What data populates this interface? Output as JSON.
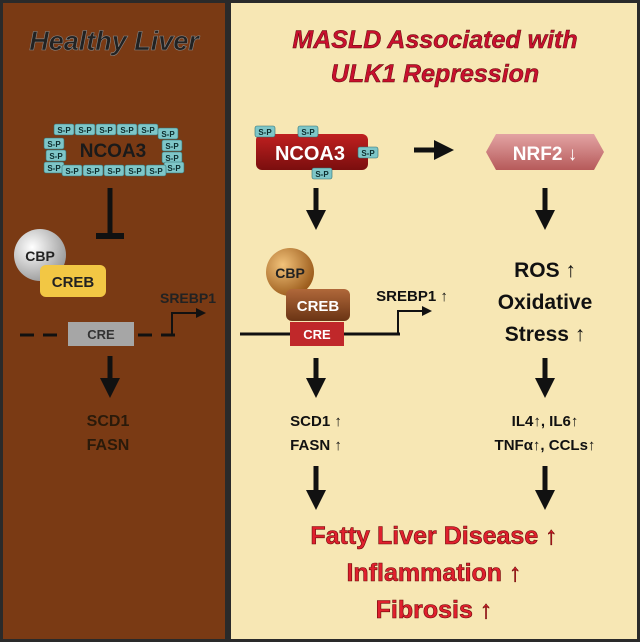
{
  "left_panel": {
    "title": "Healthy Liver",
    "ncoa3": "NCOA3",
    "phospho_tag": "S-P",
    "cbp": "CBP",
    "creb": "CREB",
    "cre": "CRE",
    "srebp1": "SREBP1",
    "genes": [
      "SCD1",
      "FASN"
    ]
  },
  "right_panel": {
    "title_lines": [
      "MASLD Associated with",
      "ULK1 Repression"
    ],
    "ncoa3": "NCOA3",
    "phospho_tag": "S-P",
    "nrf2": "NRF2 ↓",
    "cbp": "CBP",
    "creb": "CREB",
    "cre": "CRE",
    "srebp1": "SREBP1 ↑",
    "ros_lines": [
      "ROS ↑",
      "Oxidative",
      "Stress ↑"
    ],
    "genes": [
      "SCD1 ↑",
      "FASN ↑"
    ],
    "cytokines": [
      "IL4↑, IL6↑",
      "TNFα↑, CCLs↑"
    ],
    "outcomes": [
      "Fatty Liver Disease ↑",
      "Inflammation ↑",
      "Fibrosis ↑"
    ]
  },
  "colors": {
    "left_bg": "#7a3a14",
    "right_bg": "#f7e7b4",
    "border": "#2a2a2a",
    "title_red": "#c8102e",
    "outcome_red": "#e0202e",
    "ncoa3_dark_red": "#a01818",
    "nrf2_pink": "#cf7b7b",
    "creb_yellow": "#f2c744",
    "creb_brown": "#8a4a22",
    "cbp_gray": "#d9d9d9",
    "cbp_orange": "#c7893a",
    "cre_gray": "#a6a6a6",
    "cre_red": "#c0282a",
    "phospho_teal": "#7ec6c8"
  }
}
